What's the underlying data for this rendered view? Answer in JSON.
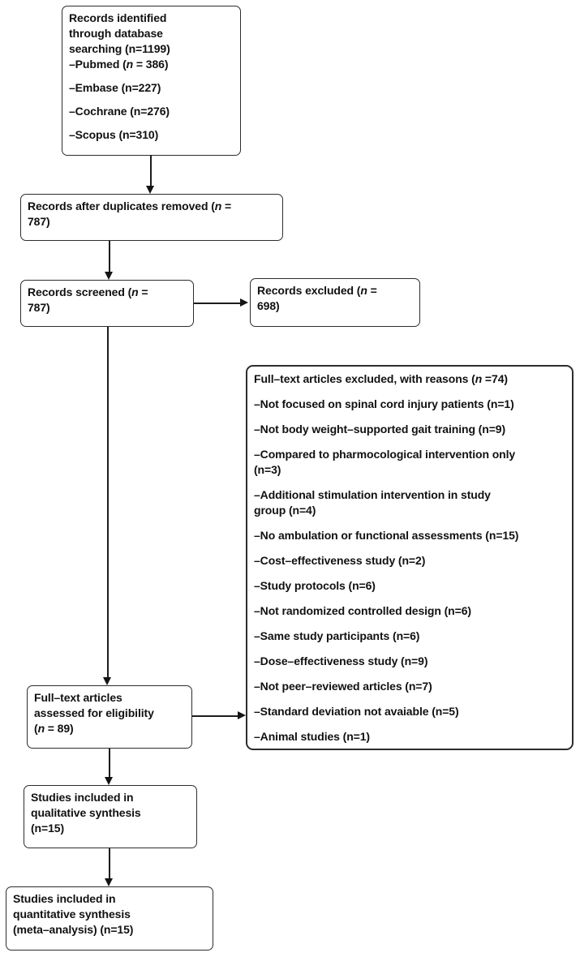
{
  "figure": {
    "type": "prisma-flow-diagram",
    "background_color": "#ffffff",
    "box_border_color": "#2d2d2d",
    "text_color": "#111111"
  },
  "boxes": {
    "records_identified": {
      "paragraphs": [
        [
          "Records identified",
          "through database",
          "searching (n=1199)",
          "–Pubmed (n = 386)"
        ],
        [
          "–Embase (n=227)"
        ],
        [
          "–Cochrane (n=276)"
        ],
        [
          "–Scopus (n=310)"
        ]
      ]
    },
    "duplicates_removed": {
      "paragraphs": [
        [
          "Records after duplicates removed (n =",
          "787)"
        ]
      ]
    },
    "records_screened": {
      "paragraphs": [
        [
          "Records screened (n =",
          "787)"
        ]
      ]
    },
    "records_excluded": {
      "paragraphs": [
        [
          "Records excluded (n =",
          "698)"
        ]
      ]
    },
    "fulltext_excluded": {
      "paragraphs": [
        [
          "Full–text articles excluded, with reasons (n =74)"
        ],
        [
          "–Not focused on spinal cord injury patients (n=1)"
        ],
        [
          "–Not body weight–supported gait training (n=9)"
        ],
        [
          "–Compared to pharmocological intervention only",
          "(n=3)"
        ],
        [
          "–Additional stimulation intervention in study",
          "group (n=4)"
        ],
        [
          "–No ambulation or functional assessments (n=15)"
        ],
        [
          "–Cost–effectiveness study (n=2)"
        ],
        [
          "–Study protocols (n=6)"
        ],
        [
          "–Not randomized controlled design (n=6)"
        ],
        [
          "–Same study participants (n=6)"
        ],
        [
          "–Dose–effectiveness study (n=9)"
        ],
        [
          "–Not peer–reviewed articles (n=7)"
        ],
        [
          "–Standard deviation not avaiable (n=5)"
        ],
        [
          "–Animal studies (n=1)"
        ]
      ]
    },
    "fulltext_assessed": {
      "paragraphs": [
        [
          "Full–text articles",
          "assessed for eligibility",
          "(n = 89)"
        ]
      ]
    },
    "qualitative": {
      "paragraphs": [
        [
          "Studies included in",
          "qualitative synthesis",
          "(n=15)"
        ]
      ]
    },
    "quantitative": {
      "paragraphs": [
        [
          "Studies included in",
          "quantitative synthesis",
          "(meta–analysis) (n=15)"
        ]
      ]
    }
  }
}
